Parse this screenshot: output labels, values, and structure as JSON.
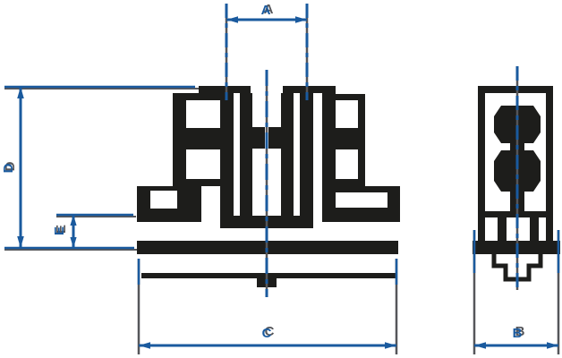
{
  "drawing": {
    "dimension_labels": {
      "a": "A",
      "b": "B",
      "c": "C",
      "d": "D",
      "e": "E"
    },
    "colors": {
      "dimension_blue": "#1a5a9e",
      "part_black": "#1d1d1b",
      "line_gray": "#55565a",
      "background": "#ffffff"
    }
  }
}
